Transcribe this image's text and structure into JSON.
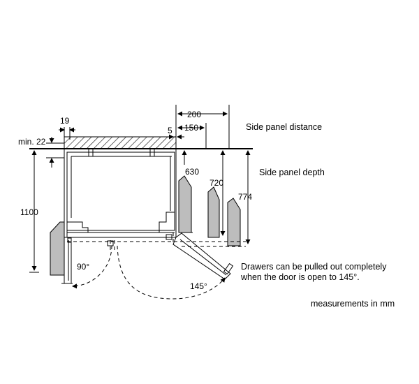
{
  "dimensions": {
    "d19": "19",
    "min22": "min. 22",
    "d5": "5",
    "d200": "200",
    "d150": "150",
    "d1100": "1100",
    "d630": "630",
    "d720": "720",
    "d774": "774",
    "angle90": "90°",
    "angle145": "145°"
  },
  "labels": {
    "side_panel_distance": "Side panel distance",
    "side_panel_depth": "Side panel depth",
    "drawers_line1": "Drawers can be pulled out completely",
    "drawers_line2": "when the door is open to 145°.",
    "measurements": "measurements in mm"
  }
}
